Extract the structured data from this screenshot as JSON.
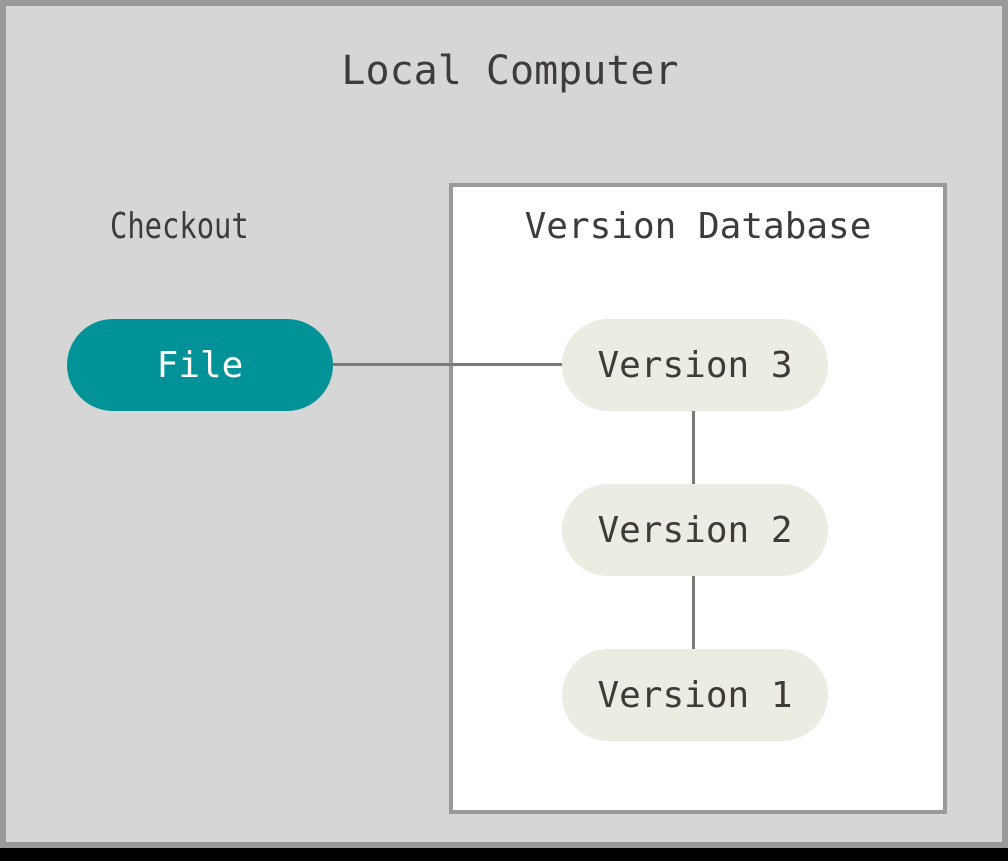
{
  "diagram": {
    "type": "flowchart",
    "title": "Local Computer",
    "canvas": {
      "background_color": "#d6d6d6",
      "border_color": "#9a9a9a"
    },
    "left_section": {
      "label": "Checkout",
      "node": {
        "id": "file",
        "label": "File",
        "shape": "rounded-pill",
        "fill_color": "#009296",
        "text_color": "#ffffff"
      }
    },
    "database": {
      "title": "Version Database",
      "box_fill": "#ffffff",
      "box_border": "#9a9a9a",
      "nodes": [
        {
          "id": "version-3",
          "label": "Version 3",
          "shape": "rounded-pill",
          "fill_color": "#edece3",
          "text_color": "#3f3b38"
        },
        {
          "id": "version-2",
          "label": "Version 2",
          "shape": "rounded-pill",
          "fill_color": "#edece3",
          "text_color": "#3f3b38"
        },
        {
          "id": "version-1",
          "label": "Version 1",
          "shape": "rounded-pill",
          "fill_color": "#edece3",
          "text_color": "#3f3b38"
        }
      ]
    },
    "edges": [
      {
        "id": "file-to-version-3",
        "from": "file",
        "to": "version-3",
        "orientation": "horizontal",
        "color": "#7f7a73"
      },
      {
        "id": "version-3-to-version-2",
        "from": "version-3",
        "to": "version-2",
        "orientation": "vertical",
        "color": "#7f7a73"
      },
      {
        "id": "version-2-to-version-1",
        "from": "version-2",
        "to": "version-1",
        "orientation": "vertical",
        "color": "#7f7a73"
      }
    ]
  }
}
